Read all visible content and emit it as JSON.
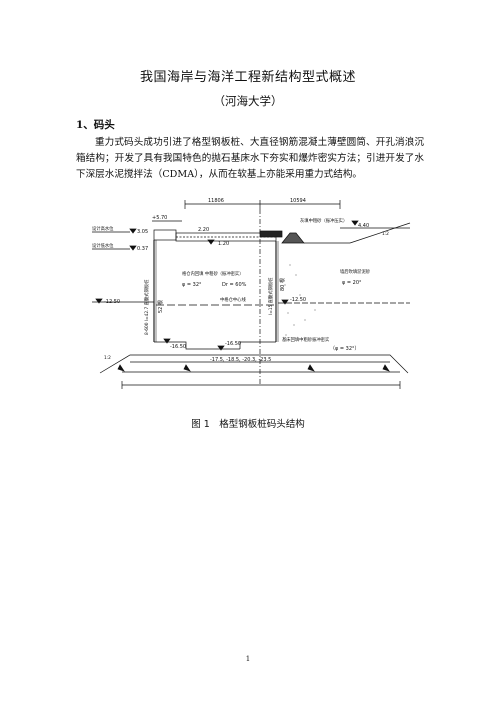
{
  "document": {
    "title": "我国海岸与海洋工程新结构型式概述",
    "author": "（河海大学）",
    "section_heading": "1、码头",
    "paragraph": "重力式码头成功引进了格型钢板桩、大直径钢筋混凝土薄壁圆筒、开孔消浪沉箱结构；开发了具有我国特色的抛石基床水下夯实和爆炸密实方法；引进开发了水下深层水泥搅拌法（CDMA），从而在软基上亦能采用重力式结构。",
    "figure_caption": "图 1　格型钢板桩码头结构",
    "page_number": "1"
  },
  "figure": {
    "dim_left": "11806",
    "dim_right": "10594",
    "top_elev": "+5.70",
    "design_high_water": "设计高水位",
    "design_high_water_value": "3.05",
    "design_low_water": "设计低水位",
    "design_low_water_value": "0.37",
    "deck_elev_a": "2.20",
    "deck_elev_b": "1.20",
    "backfill_note": "灰填中粗砂（振冲压实）",
    "right_ground_elev": "4.40",
    "slope_right": "1:2",
    "cell_fill_title": "格仓内回填 中粗砂（振冲密实）",
    "phi_cell": "φ = 32°",
    "dr_cell": "Dr = 60%",
    "cell_center_line": "中格仓中心线",
    "left_pile_label": "8-600 l=42.7 直腹式钢板桩",
    "left_pile_sub": "52 根",
    "right_pile_label": "l=15 直腹式钢板桩",
    "right_pile_sub": "80 根",
    "right_fill_title": "墙后吹填淤泥砂",
    "phi_right": "φ = 20°",
    "left_bed_elev": "-12.50",
    "right_bed_elev": "-12.50",
    "inner_elev_a": "-16.50",
    "inner_elev_b": "-16.50",
    "replacement_note": "基床回填中粗砂振冲密实",
    "phi_base": "（φ = 32°）",
    "bottom_elevations": "-17.5, -18.5, -20.3, -23.5",
    "slope_left": "1:2"
  }
}
